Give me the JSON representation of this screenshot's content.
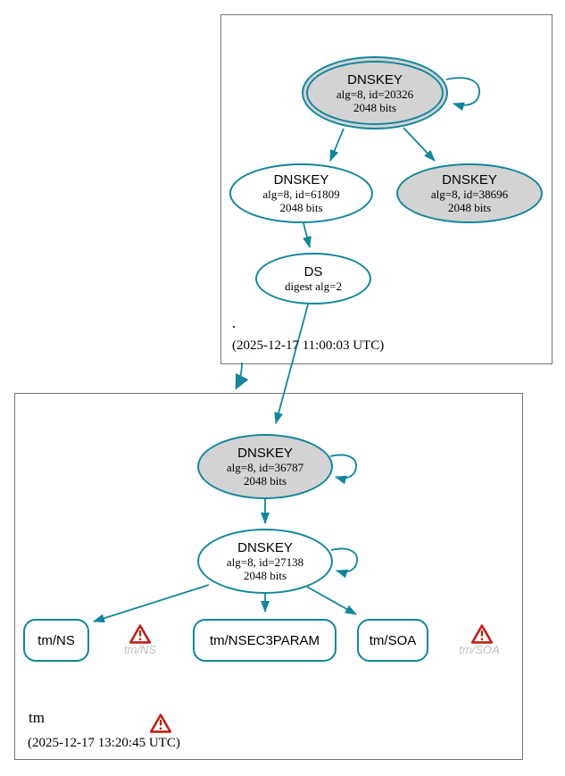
{
  "colors": {
    "teal": "#12869c",
    "warning_red": "#bf2016",
    "node_fill_gray": "#d3d3d3",
    "muted_label_gray": "#c0c0c0",
    "zone_box_border": "#757575"
  },
  "zones": [
    {
      "name": ".",
      "timestamp": "(2025-12-17 11:00:03 UTC)",
      "nodes": {
        "ksk": {
          "title": "DNSKEY",
          "algo": "alg=8, id=20326",
          "bits": "2048 bits"
        },
        "zsk": {
          "title": "DNSKEY",
          "algo": "alg=8, id=61809",
          "bits": "2048 bits"
        },
        "key3": {
          "title": "DNSKEY",
          "algo": "alg=8, id=38696",
          "bits": "2048 bits"
        },
        "ds": {
          "title": "DS",
          "algo": "digest alg=2"
        }
      }
    },
    {
      "name": "tm",
      "timestamp": "(2025-12-17 13:20:45 UTC)",
      "nodes": {
        "ksk": {
          "title": "DNSKEY",
          "algo": "alg=8, id=36787",
          "bits": "2048 bits"
        },
        "zsk": {
          "title": "DNSKEY",
          "algo": "alg=8, id=27138",
          "bits": "2048 bits"
        },
        "rrset_ns": {
          "label": "tm/NS"
        },
        "rrset_nsec3param": {
          "label": "tm/NSEC3PARAM"
        },
        "rrset_soa": {
          "label": "tm/SOA"
        }
      },
      "warnings": {
        "ns": "tm/NS",
        "soa": "tm/SOA"
      }
    }
  ]
}
